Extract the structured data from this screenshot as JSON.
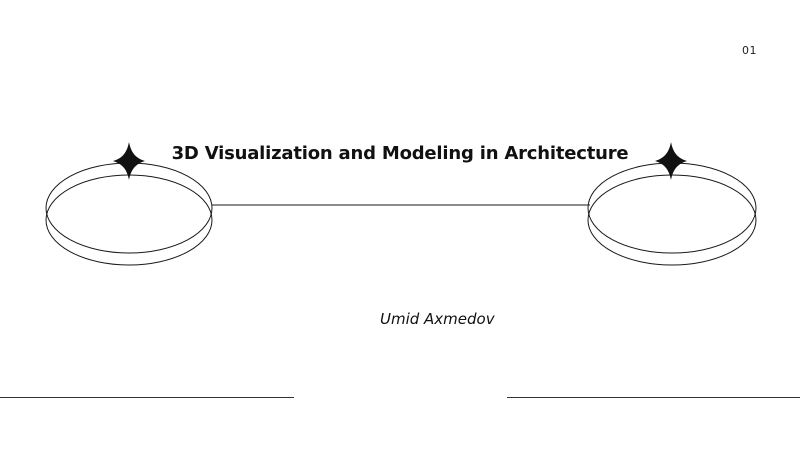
{
  "slide": {
    "page_number": "01",
    "title": "3D Visualization and Modeling in Architecture",
    "author": "Umid Axmedov"
  },
  "decorations": {
    "icons": [
      "star-sparkle-icon",
      "star-sparkle-icon"
    ],
    "line_color": "#1a1a1a",
    "star_color": "#111111"
  }
}
